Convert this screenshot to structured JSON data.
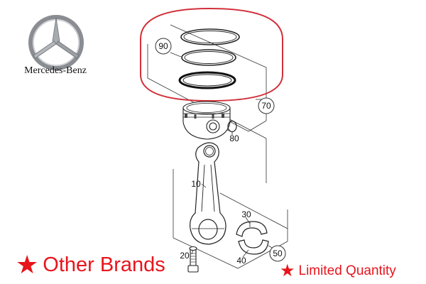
{
  "brand": {
    "logo_icon": "mercedes-star-icon",
    "name": "Mercedes-Benz"
  },
  "diagram": {
    "callouts": {
      "c90": "90",
      "c70": "70",
      "c80": "80",
      "c10": "10",
      "c30": "30",
      "c20": "20",
      "c40": "40",
      "c50": "50"
    },
    "parts": [
      "piston-ring-set",
      "piston",
      "wrist-pin-clip",
      "connecting-rod",
      "rod-bolt",
      "bearing-shells"
    ],
    "highlight_color": "#d2303a"
  },
  "promos": {
    "left": {
      "icon": "star-icon",
      "text": "Other Brands"
    },
    "right": {
      "icon": "star-icon",
      "text": "Limited Quantity"
    },
    "color": "#e8141c"
  }
}
